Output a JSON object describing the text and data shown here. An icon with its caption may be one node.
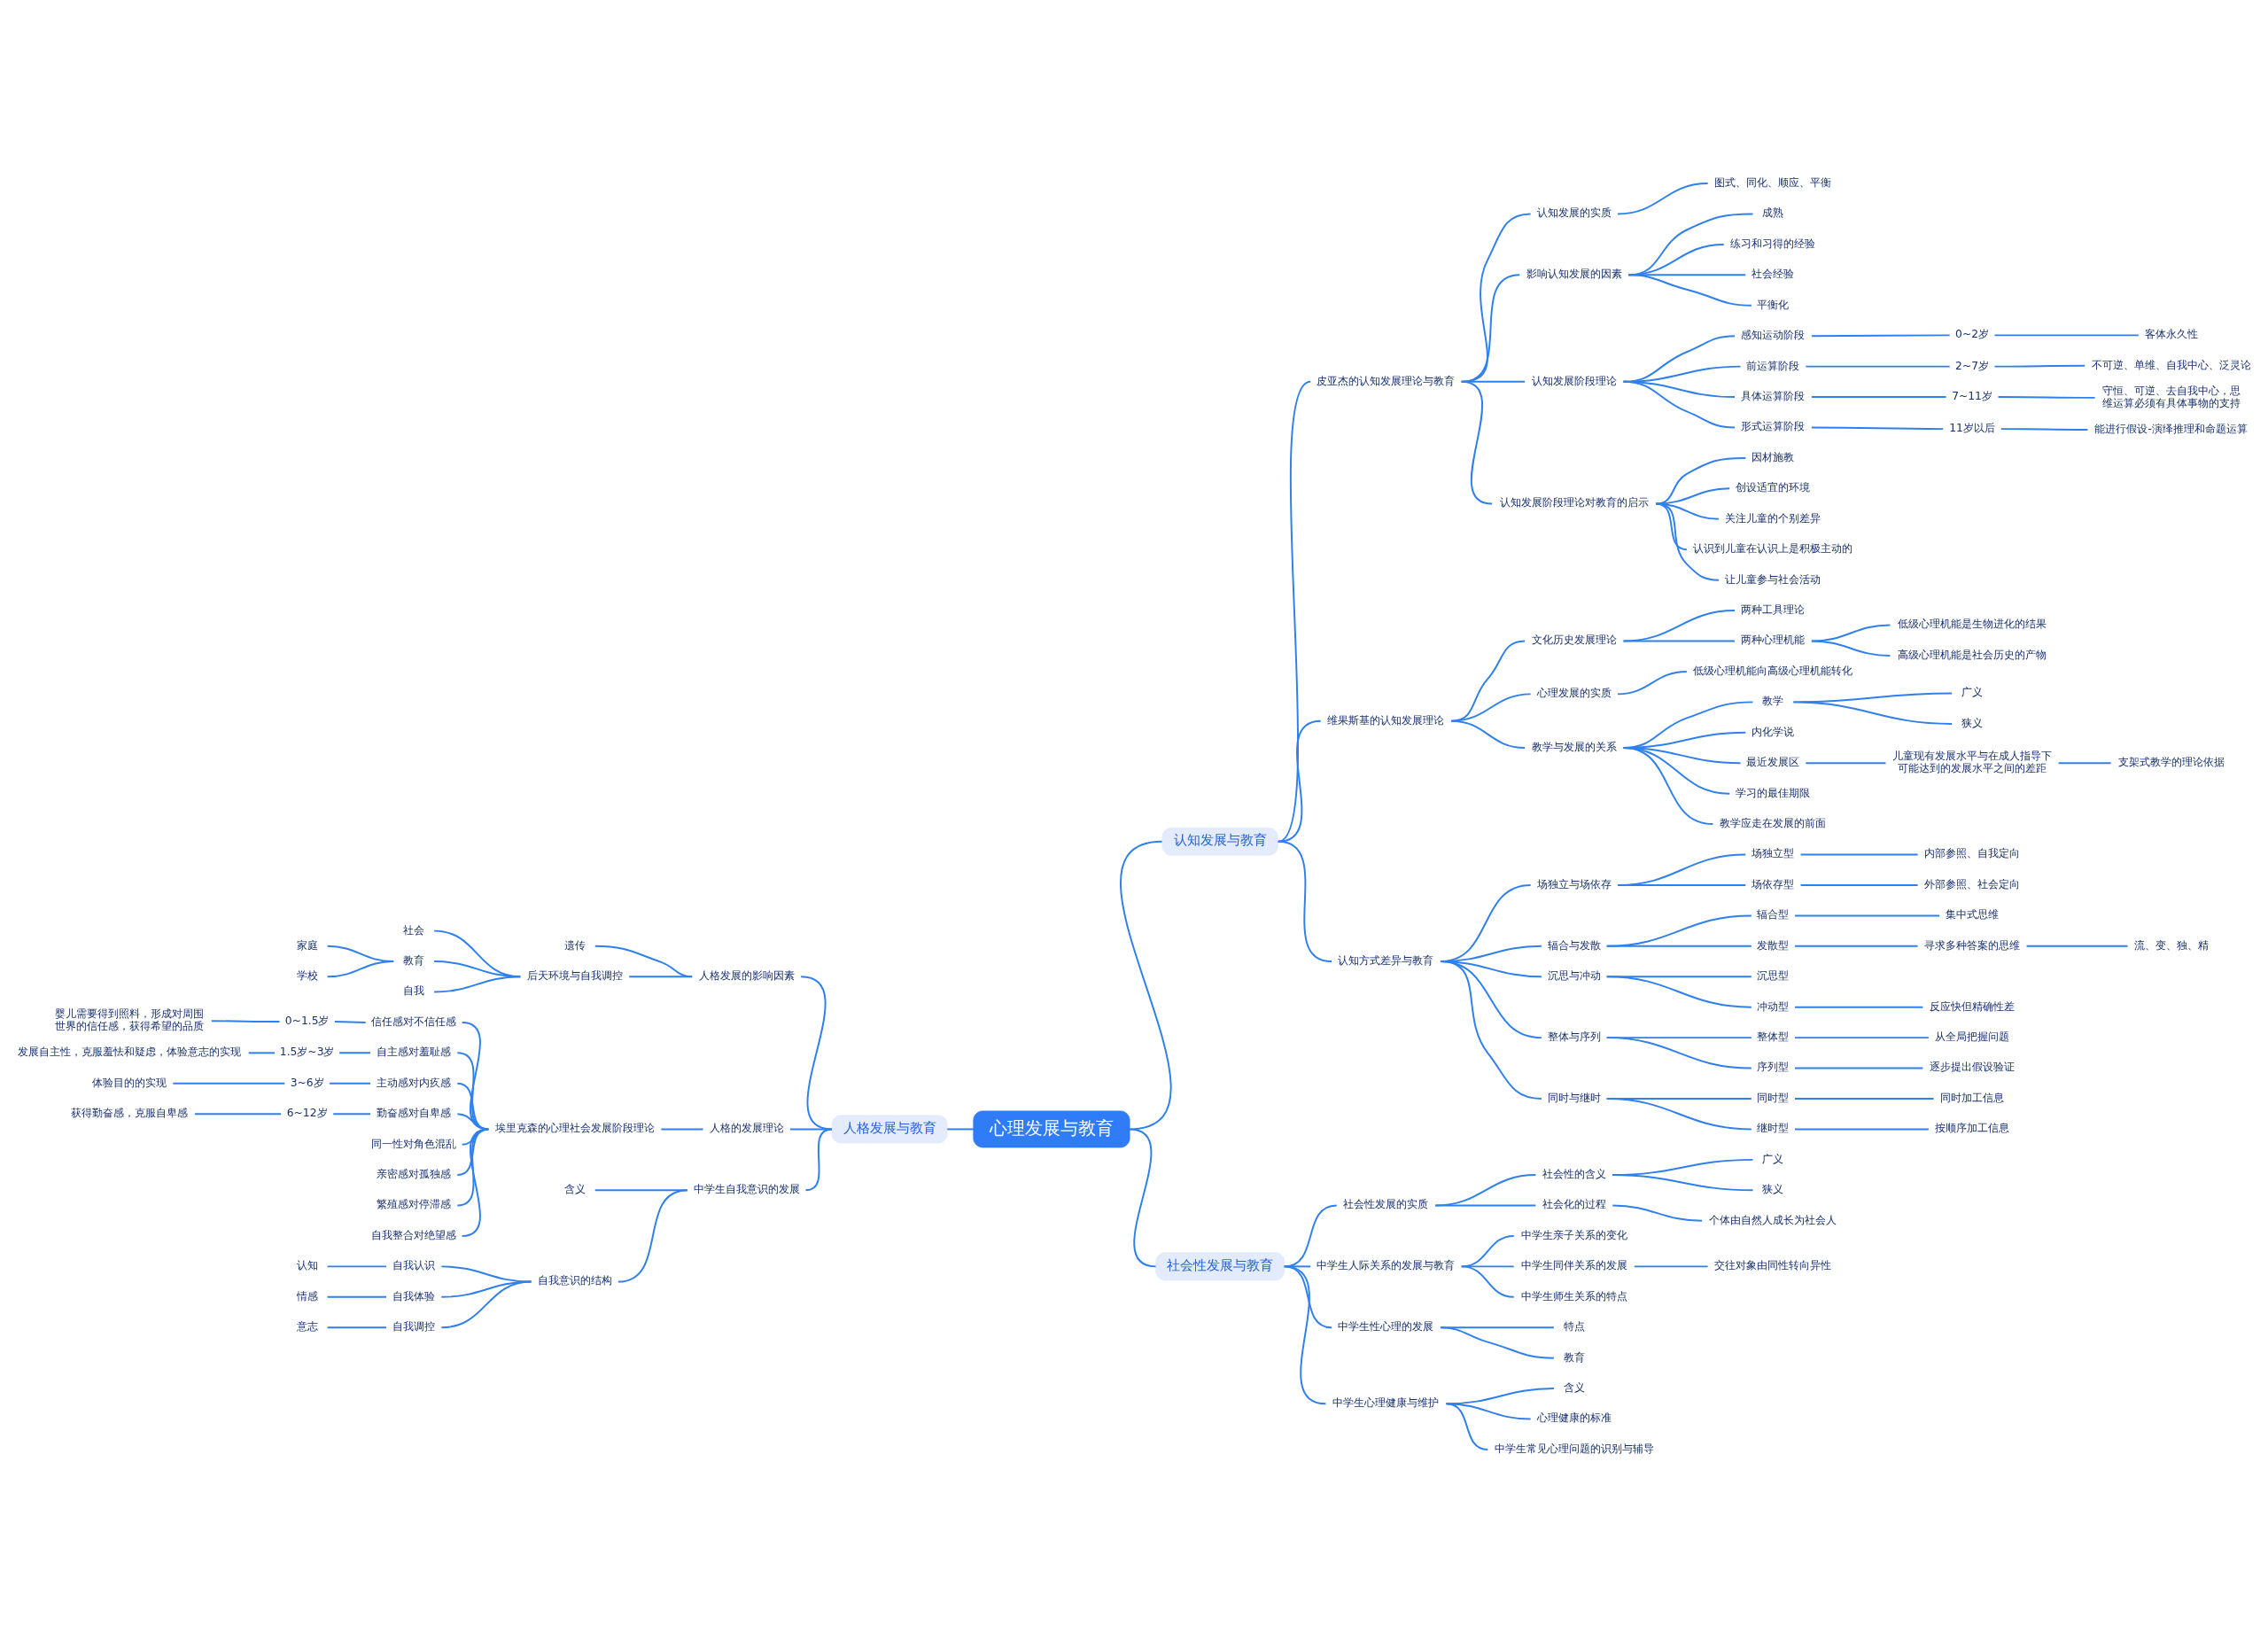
{
  "diagram": {
    "nodes": [
      {
        "text": [
          "心理发展与教育"
        ]
      },
      {
        "text": [
          "认知发展与教育"
        ]
      },
      {
        "text": [
          "皮亚杰的认知发展理论与教育"
        ]
      },
      {
        "text": [
          "认知发展的实质"
        ]
      },
      {
        "text": [
          "图式、同化、顺应、平衡"
        ]
      },
      {
        "text": [
          "影响认知发展的因素"
        ]
      },
      {
        "text": [
          "成熟"
        ]
      },
      {
        "text": [
          "练习和习得的经验"
        ]
      },
      {
        "text": [
          "社会经验"
        ]
      },
      {
        "text": [
          "平衡化"
        ]
      },
      {
        "text": [
          "认知发展阶段理论"
        ]
      },
      {
        "text": [
          "感知运动阶段"
        ]
      },
      {
        "text": [
          "0~2岁"
        ]
      },
      {
        "text": [
          "客体永久性"
        ]
      },
      {
        "text": [
          "前运算阶段"
        ]
      },
      {
        "text": [
          "2~7岁"
        ]
      },
      {
        "text": [
          "不可逆、单维、自我中心、泛灵论"
        ]
      },
      {
        "text": [
          "具体运算阶段"
        ]
      },
      {
        "text": [
          "7~11岁"
        ]
      },
      {
        "text": [
          "守恒、可逆、去自我中心，思维运算必须有具体事物的支持"
        ]
      },
      {
        "text": [
          "形式运算阶段"
        ]
      },
      {
        "text": [
          "11岁以后"
        ]
      },
      {
        "text": [
          "能进行假设-演绎推理和命题运算"
        ]
      },
      {
        "text": [
          "认知发展阶段理论对教育的启示"
        ]
      },
      {
        "text": [
          "因材施教"
        ]
      },
      {
        "text": [
          "创设适宜的环境"
        ]
      },
      {
        "text": [
          "关注儿童的个别差异"
        ]
      },
      {
        "text": [
          "认识到儿童在认识上是积极主动的"
        ]
      },
      {
        "text": [
          "让儿童参与社会活动"
        ]
      },
      {
        "text": [
          "维果斯基的认知发展理论"
        ]
      },
      {
        "text": [
          "文化历史发展理论"
        ]
      },
      {
        "text": [
          "两种工具理论"
        ]
      },
      {
        "text": [
          "两种心理机能"
        ]
      },
      {
        "text": [
          "低级心理机能是生物进化的结果"
        ]
      },
      {
        "text": [
          "高级心理机能是社会历史的产物"
        ]
      },
      {
        "text": [
          "心理发展的实质"
        ]
      },
      {
        "text": [
          "低级心理机能向高级心理机能转化"
        ]
      },
      {
        "text": [
          "教学与发展的关系"
        ]
      },
      {
        "text": [
          "教学"
        ]
      },
      {
        "text": [
          "广义"
        ]
      },
      {
        "text": [
          "狭义"
        ]
      },
      {
        "text": [
          "内化学说"
        ]
      },
      {
        "text": [
          "最近发展区"
        ]
      },
      {
        "text": [
          "儿童现有发展水平与在成人指导下可能达到的发展水平之间的差距"
        ]
      },
      {
        "text": [
          "支架式教学的理论依据"
        ]
      },
      {
        "text": [
          "学习的最佳期限"
        ]
      },
      {
        "text": [
          "教学应走在发展的前面"
        ]
      },
      {
        "text": [
          "认知方式差异与教育"
        ]
      },
      {
        "text": [
          "场独立与场依存"
        ]
      },
      {
        "text": [
          "场独立型"
        ]
      },
      {
        "text": [
          "内部参照、自我定向"
        ]
      },
      {
        "text": [
          "场依存型"
        ]
      },
      {
        "text": [
          "外部参照、社会定向"
        ]
      },
      {
        "text": [
          "辐合与发散"
        ]
      },
      {
        "text": [
          "辐合型"
        ]
      },
      {
        "text": [
          "集中式思维"
        ]
      },
      {
        "text": [
          "发散型"
        ]
      },
      {
        "text": [
          "寻求多种答案的思维"
        ]
      },
      {
        "text": [
          "流、变、独、精"
        ]
      },
      {
        "text": [
          "沉思与冲动"
        ]
      },
      {
        "text": [
          "沉思型"
        ]
      },
      {
        "text": [
          "冲动型"
        ]
      },
      {
        "text": [
          "反应快但精确性差"
        ]
      },
      {
        "text": [
          "整体与序列"
        ]
      },
      {
        "text": [
          "整体型"
        ]
      },
      {
        "text": [
          "从全局把握问题"
        ]
      },
      {
        "text": [
          "序列型"
        ]
      },
      {
        "text": [
          "逐步提出假设验证"
        ]
      },
      {
        "text": [
          "同时与继时"
        ]
      },
      {
        "text": [
          "同时型"
        ]
      },
      {
        "text": [
          "同时加工信息"
        ]
      },
      {
        "text": [
          "继时型"
        ]
      },
      {
        "text": [
          "按顺序加工信息"
        ]
      },
      {
        "text": [
          "社会性发展与教育"
        ]
      },
      {
        "text": [
          "社会性发展的实质"
        ]
      },
      {
        "text": [
          "社会性的含义"
        ]
      },
      {
        "text": [
          "广义"
        ]
      },
      {
        "text": [
          "狭义"
        ]
      },
      {
        "text": [
          "社会化的过程"
        ]
      },
      {
        "text": [
          "个体由自然人成长为社会人"
        ]
      },
      {
        "text": [
          "中学生人际关系的发展与教育"
        ]
      },
      {
        "text": [
          "中学生亲子关系的变化"
        ]
      },
      {
        "text": [
          "中学生同伴关系的发展"
        ]
      },
      {
        "text": [
          "交往对象由同性转向异性"
        ]
      },
      {
        "text": [
          "中学生师生关系的特点"
        ]
      },
      {
        "text": [
          "中学生性心理的发展"
        ]
      },
      {
        "text": [
          "特点"
        ]
      },
      {
        "text": [
          "教育"
        ]
      },
      {
        "text": [
          "中学生心理健康与维护"
        ]
      },
      {
        "text": [
          "含义"
        ]
      },
      {
        "text": [
          "心理健康的标准"
        ]
      },
      {
        "text": [
          "中学生常见心理问题的识别与辅导"
        ]
      },
      {
        "text": [
          "人格发展与教育"
        ]
      },
      {
        "text": [
          "人格发展的影响因素"
        ]
      },
      {
        "text": [
          "遗传"
        ]
      },
      {
        "text": [
          "后天环境与自我调控"
        ]
      },
      {
        "text": [
          "社会"
        ]
      },
      {
        "text": [
          "教育"
        ]
      },
      {
        "text": [
          "家庭"
        ]
      },
      {
        "text": [
          "学校"
        ]
      },
      {
        "text": [
          "自我"
        ]
      },
      {
        "text": [
          "人格的发展理论"
        ]
      },
      {
        "text": [
          "埃里克森的心理社会发展阶段理论"
        ]
      },
      {
        "text": [
          "信任感对不信任感"
        ]
      },
      {
        "text": [
          "0~1.5岁"
        ]
      },
      {
        "text": [
          "婴儿需要得到照料，形成对周围世界的信任感，获得希望的品质"
        ]
      },
      {
        "text": [
          "自主感对羞耻感"
        ]
      },
      {
        "text": [
          "1.5岁~3岁"
        ]
      },
      {
        "text": [
          "发展自主性，克服羞怯和疑虑，体验意志的实现"
        ]
      },
      {
        "text": [
          "主动感对内疚感"
        ]
      },
      {
        "text": [
          "3~6岁"
        ]
      },
      {
        "text": [
          "体验目的的实现"
        ]
      },
      {
        "text": [
          "勤奋感对自卑感"
        ]
      },
      {
        "text": [
          "6~12岁"
        ]
      },
      {
        "text": [
          "获得勤奋感，克服自卑感"
        ]
      },
      {
        "text": [
          "同一性对角色混乱"
        ]
      },
      {
        "text": [
          "亲密感对孤独感"
        ]
      },
      {
        "text": [
          "繁殖感对停滞感"
        ]
      },
      {
        "text": [
          "自我整合对绝望感"
        ]
      },
      {
        "text": [
          "中学生自我意识的发展"
        ]
      },
      {
        "text": [
          "含义"
        ]
      },
      {
        "text": [
          "自我意识的结构"
        ]
      },
      {
        "text": [
          "自我认识"
        ]
      },
      {
        "text": [
          "认知"
        ]
      },
      {
        "text": [
          "自我体验"
        ]
      },
      {
        "text": [
          "情感"
        ]
      },
      {
        "text": [
          "自我调控"
        ]
      },
      {
        "text": [
          "意志"
        ]
      }
    ],
    "edges": [
      {
        "from": 0,
        "to": 1,
        "arrow": "none"
      },
      {
        "from": 1,
        "to": 2,
        "arrow": "none"
      },
      {
        "from": 2,
        "to": 3,
        "arrow": "none"
      },
      {
        "from": 3,
        "to": 4,
        "arrow": "none"
      },
      {
        "from": 2,
        "to": 5,
        "arrow": "none"
      },
      {
        "from": 5,
        "to": 6,
        "arrow": "none"
      },
      {
        "from": 5,
        "to": 7,
        "arrow": "none"
      },
      {
        "from": 5,
        "to": 8,
        "arrow": "none"
      },
      {
        "from": 5,
        "to": 9,
        "arrow": "none"
      },
      {
        "from": 2,
        "to": 10,
        "arrow": "none"
      },
      {
        "from": 10,
        "to": 11,
        "arrow": "none"
      },
      {
        "from": 11,
        "to": 12,
        "arrow": "none"
      },
      {
        "from": 12,
        "to": 13,
        "arrow": "none"
      },
      {
        "from": 10,
        "to": 14,
        "arrow": "none"
      },
      {
        "from": 14,
        "to": 15,
        "arrow": "none"
      },
      {
        "from": 15,
        "to": 16,
        "arrow": "none"
      },
      {
        "from": 10,
        "to": 17,
        "arrow": "none"
      },
      {
        "from": 17,
        "to": 18,
        "arrow": "none"
      },
      {
        "from": 18,
        "to": 19,
        "arrow": "none"
      },
      {
        "from": 10,
        "to": 20,
        "arrow": "none"
      },
      {
        "from": 20,
        "to": 21,
        "arrow": "none"
      },
      {
        "from": 21,
        "to": 22,
        "arrow": "none"
      },
      {
        "from": 2,
        "to": 23,
        "arrow": "none"
      },
      {
        "from": 23,
        "to": 24,
        "arrow": "none"
      },
      {
        "from": 23,
        "to": 25,
        "arrow": "none"
      },
      {
        "from": 23,
        "to": 26,
        "arrow": "none"
      },
      {
        "from": 23,
        "to": 27,
        "arrow": "none"
      },
      {
        "from": 23,
        "to": 28,
        "arrow": "none"
      },
      {
        "from": 1,
        "to": 29,
        "arrow": "none"
      },
      {
        "from": 29,
        "to": 30,
        "arrow": "none"
      },
      {
        "from": 30,
        "to": 31,
        "arrow": "none"
      },
      {
        "from": 30,
        "to": 32,
        "arrow": "none"
      },
      {
        "from": 32,
        "to": 33,
        "arrow": "none"
      },
      {
        "from": 32,
        "to": 34,
        "arrow": "none"
      },
      {
        "from": 29,
        "to": 35,
        "arrow": "none"
      },
      {
        "from": 35,
        "to": 36,
        "arrow": "none"
      },
      {
        "from": 29,
        "to": 37,
        "arrow": "none"
      },
      {
        "from": 37,
        "to": 38,
        "arrow": "none"
      },
      {
        "from": 38,
        "to": 39,
        "arrow": "none"
      },
      {
        "from": 38,
        "to": 40,
        "arrow": "none"
      },
      {
        "from": 37,
        "to": 41,
        "arrow": "none"
      },
      {
        "from": 37,
        "to": 42,
        "arrow": "none"
      },
      {
        "from": 42,
        "to": 43,
        "arrow": "none"
      },
      {
        "from": 43,
        "to": 44,
        "arrow": "none"
      },
      {
        "from": 37,
        "to": 45,
        "arrow": "none"
      },
      {
        "from": 37,
        "to": 46,
        "arrow": "none"
      },
      {
        "from": 1,
        "to": 47,
        "arrow": "none"
      },
      {
        "from": 47,
        "to": 48,
        "arrow": "none"
      },
      {
        "from": 48,
        "to": 49,
        "arrow": "none"
      },
      {
        "from": 49,
        "to": 50,
        "arrow": "none"
      },
      {
        "from": 48,
        "to": 51,
        "arrow": "none"
      },
      {
        "from": 51,
        "to": 52,
        "arrow": "none"
      },
      {
        "from": 47,
        "to": 53,
        "arrow": "none"
      },
      {
        "from": 53,
        "to": 54,
        "arrow": "none"
      },
      {
        "from": 54,
        "to": 55,
        "arrow": "none"
      },
      {
        "from": 53,
        "to": 56,
        "arrow": "none"
      },
      {
        "from": 56,
        "to": 57,
        "arrow": "none"
      },
      {
        "from": 57,
        "to": 58,
        "arrow": "none"
      },
      {
        "from": 47,
        "to": 59,
        "arrow": "none"
      },
      {
        "from": 59,
        "to": 60,
        "arrow": "none"
      },
      {
        "from": 59,
        "to": 61,
        "arrow": "none"
      },
      {
        "from": 61,
        "to": 62,
        "arrow": "none"
      },
      {
        "from": 47,
        "to": 63,
        "arrow": "none"
      },
      {
        "from": 63,
        "to": 64,
        "arrow": "none"
      },
      {
        "from": 64,
        "to": 65,
        "arrow": "none"
      },
      {
        "from": 63,
        "to": 66,
        "arrow": "none"
      },
      {
        "from": 66,
        "to": 67,
        "arrow": "none"
      },
      {
        "from": 47,
        "to": 68,
        "arrow": "none"
      },
      {
        "from": 68,
        "to": 69,
        "arrow": "none"
      },
      {
        "from": 69,
        "to": 70,
        "arrow": "none"
      },
      {
        "from": 68,
        "to": 71,
        "arrow": "none"
      },
      {
        "from": 71,
        "to": 72,
        "arrow": "none"
      },
      {
        "from": 0,
        "to": 73,
        "arrow": "none"
      },
      {
        "from": 73,
        "to": 74,
        "arrow": "none"
      },
      {
        "from": 74,
        "to": 75,
        "arrow": "none"
      },
      {
        "from": 75,
        "to": 76,
        "arrow": "none"
      },
      {
        "from": 75,
        "to": 77,
        "arrow": "none"
      },
      {
        "from": 74,
        "to": 78,
        "arrow": "none"
      },
      {
        "from": 78,
        "to": 79,
        "arrow": "none"
      },
      {
        "from": 73,
        "to": 80,
        "arrow": "none"
      },
      {
        "from": 80,
        "to": 81,
        "arrow": "none"
      },
      {
        "from": 80,
        "to": 82,
        "arrow": "none"
      },
      {
        "from": 82,
        "to": 83,
        "arrow": "none"
      },
      {
        "from": 80,
        "to": 84,
        "arrow": "none"
      },
      {
        "from": 73,
        "to": 85,
        "arrow": "none"
      },
      {
        "from": 85,
        "to": 86,
        "arrow": "none"
      },
      {
        "from": 85,
        "to": 87,
        "arrow": "none"
      },
      {
        "from": 73,
        "to": 88,
        "arrow": "none"
      },
      {
        "from": 88,
        "to": 89,
        "arrow": "none"
      },
      {
        "from": 88,
        "to": 90,
        "arrow": "none"
      },
      {
        "from": 88,
        "to": 91,
        "arrow": "none"
      },
      {
        "from": 92,
        "to": 0,
        "arrow": "none"
      },
      {
        "from": 93,
        "to": 92,
        "arrow": "none"
      },
      {
        "from": 94,
        "to": 93,
        "arrow": "none"
      },
      {
        "from": 95,
        "to": 93,
        "arrow": "none"
      },
      {
        "from": 96,
        "to": 95,
        "arrow": "none"
      },
      {
        "from": 97,
        "to": 95,
        "arrow": "none"
      },
      {
        "from": 98,
        "to": 97,
        "arrow": "none"
      },
      {
        "from": 99,
        "to": 97,
        "arrow": "none"
      },
      {
        "from": 100,
        "to": 95,
        "arrow": "none"
      },
      {
        "from": 101,
        "to": 92,
        "arrow": "none"
      },
      {
        "from": 102,
        "to": 101,
        "arrow": "none"
      },
      {
        "from": 103,
        "to": 102,
        "arrow": "none"
      },
      {
        "from": 104,
        "to": 103,
        "arrow": "none"
      },
      {
        "from": 105,
        "to": 104,
        "arrow": "none"
      },
      {
        "from": 106,
        "to": 102,
        "arrow": "none"
      },
      {
        "from": 107,
        "to": 106,
        "arrow": "none"
      },
      {
        "from": 108,
        "to": 107,
        "arrow": "none"
      },
      {
        "from": 109,
        "to": 102,
        "arrow": "none"
      },
      {
        "from": 110,
        "to": 109,
        "arrow": "none"
      },
      {
        "from": 111,
        "to": 110,
        "arrow": "none"
      },
      {
        "from": 112,
        "to": 102,
        "arrow": "none"
      },
      {
        "from": 113,
        "to": 112,
        "arrow": "none"
      },
      {
        "from": 114,
        "to": 113,
        "arrow": "none"
      },
      {
        "from": 115,
        "to": 102,
        "arrow": "none"
      },
      {
        "from": 116,
        "to": 102,
        "arrow": "none"
      },
      {
        "from": 117,
        "to": 102,
        "arrow": "none"
      },
      {
        "from": 118,
        "to": 102,
        "arrow": "none"
      },
      {
        "from": 119,
        "to": 92,
        "arrow": "none"
      },
      {
        "from": 120,
        "to": 119,
        "arrow": "none"
      },
      {
        "from": 121,
        "to": 119,
        "arrow": "none"
      },
      {
        "from": 122,
        "to": 121,
        "arrow": "none"
      },
      {
        "from": 123,
        "to": 122,
        "arrow": "none"
      },
      {
        "from": 124,
        "to": 121,
        "arrow": "none"
      },
      {
        "from": 125,
        "to": 124,
        "arrow": "none"
      },
      {
        "from": 126,
        "to": 121,
        "arrow": "none"
      },
      {
        "from": 127,
        "to": 126,
        "arrow": "none"
      }
    ]
  }
}
